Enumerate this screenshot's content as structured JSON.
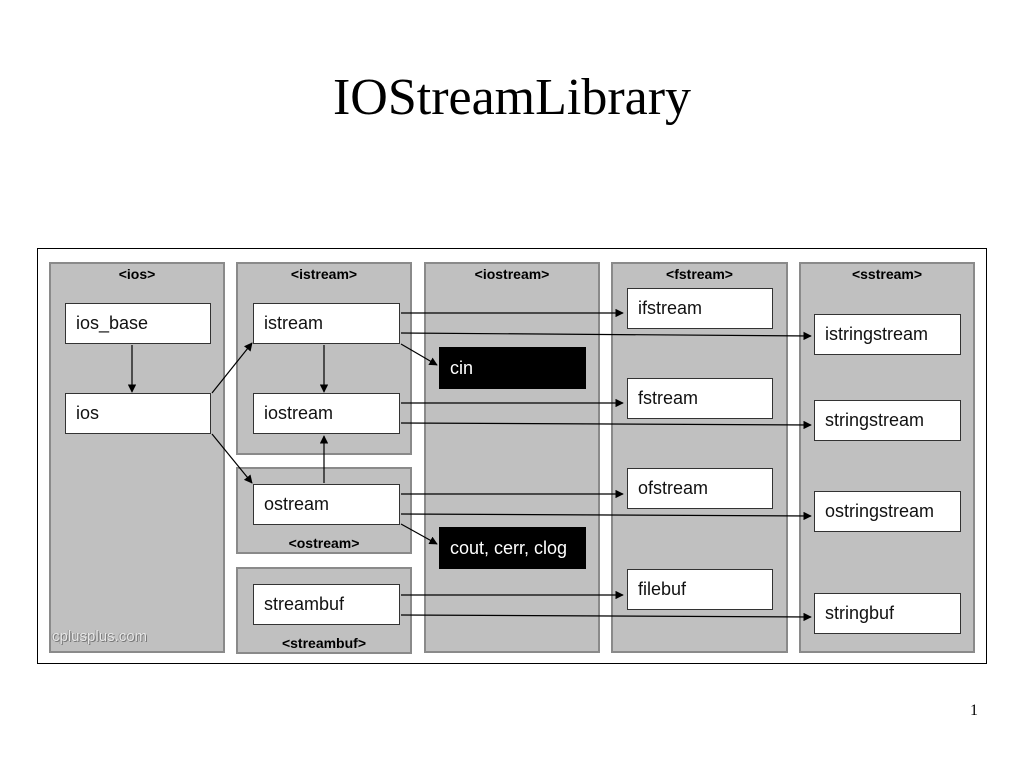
{
  "title": "IOStreamLibrary",
  "page_number": "1",
  "watermark": "cplusplus.com",
  "panels": {
    "ios": "<ios>",
    "istream": "<istream>",
    "ostream": "<ostream>",
    "streambuf": "<streambuf>",
    "iostream": "<iostream>",
    "fstream": "<fstream>",
    "sstream": "<sstream>"
  },
  "nodes": {
    "ios_base": "ios_base",
    "ios": "ios",
    "istream": "istream",
    "iostream": "iostream",
    "ostream": "ostream",
    "streambuf": "streambuf",
    "cin": "cin",
    "cout": "cout, cerr, clog",
    "ifstream": "ifstream",
    "fstream": "fstream",
    "ofstream": "ofstream",
    "filebuf": "filebuf",
    "istringstream": "istringstream",
    "stringstream": "stringstream",
    "ostringstream": "ostringstream",
    "stringbuf": "stringbuf"
  },
  "colors": {
    "panel_fill": "#c0c0c0",
    "panel_border": "#8a8a8a",
    "node_fill": "#ffffff",
    "object_fill": "#000000"
  }
}
